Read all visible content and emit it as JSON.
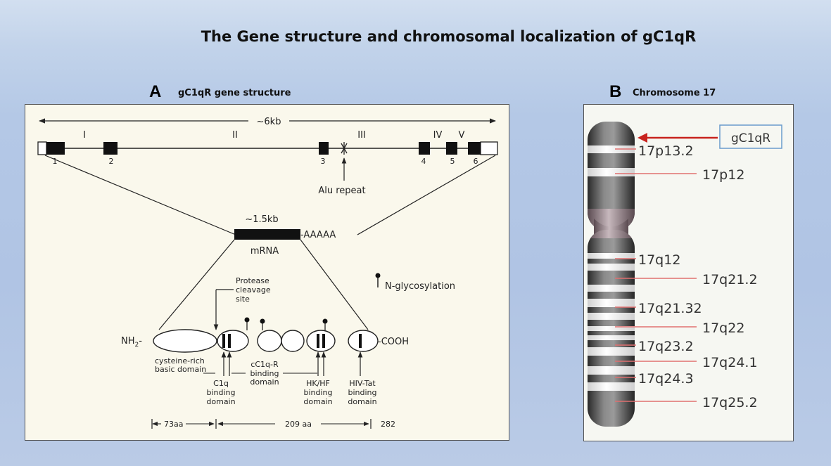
{
  "slide": {
    "title": "The Gene structure and chromosomal localization of gC1qR"
  },
  "panel_a": {
    "letter": "A",
    "caption": "gC1qR gene structure",
    "gene_length": "~6kb",
    "introns": [
      "I",
      "II",
      "III",
      "IV",
      "V"
    ],
    "exons": [
      "1",
      "2",
      "3",
      "4",
      "5",
      "6"
    ],
    "alu_label": "Alu repeat",
    "mrna_length": "~1.5kb",
    "mrna_label": "mRNA",
    "polya": "-AAAAA",
    "protease_label": [
      "Protease",
      "cleavage",
      "site"
    ],
    "nglyc_label": "N-glycosylation",
    "nh2": "NH",
    "nh2_sub": "2",
    "nh2_dash": "-",
    "cooh": "-COOH",
    "domain_cysteine": [
      "cysteine-rich",
      "basic domain"
    ],
    "domain_cc1qr": [
      "cC1q-R",
      "binding",
      "domain"
    ],
    "domain_c1q": [
      "C1q",
      "binding",
      "domain"
    ],
    "domain_hkhf": [
      "HK/HF",
      "binding",
      "domain"
    ],
    "domain_hivtat": [
      "HIV-Tat",
      "binding",
      "domain"
    ],
    "scale_73": "73aa",
    "scale_209": "209 aa",
    "scale_282": "282"
  },
  "panel_b": {
    "letter": "B",
    "caption": "Chromosome  17",
    "gene_label": "gC1qR",
    "bands": [
      "17p13.2",
      "17p12",
      "17q12",
      "17q21.2",
      "17q21.32",
      "17q22",
      "17q23.2",
      "17q24.1",
      "17q24.3",
      "17q25.2"
    ],
    "colors": {
      "marker_line": "#e07070",
      "arrow": "#c8231e",
      "gene_box": "#6a9ccd"
    }
  }
}
